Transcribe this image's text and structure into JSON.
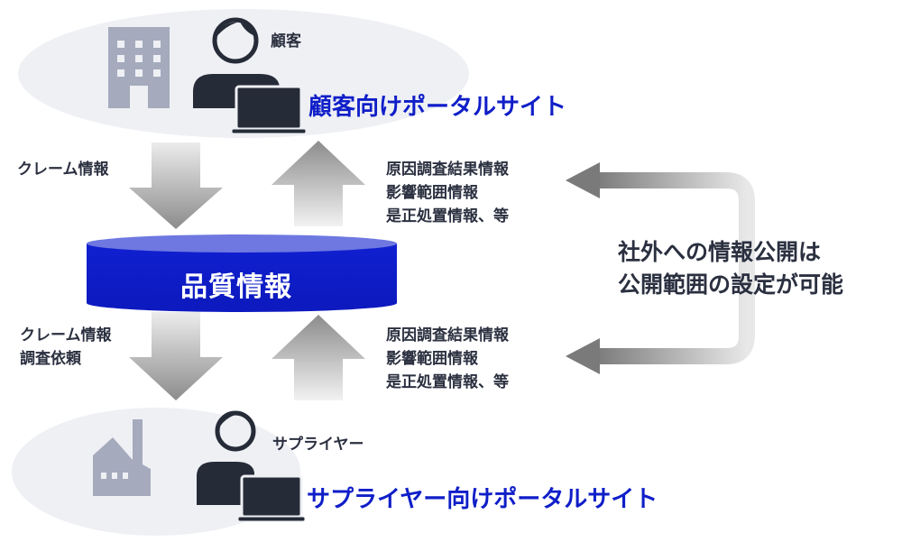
{
  "customer": {
    "role_label": "顧客",
    "portal_label": "顧客向けポータルサイト",
    "icons": [
      "building-icon",
      "person-icon",
      "laptop-icon"
    ]
  },
  "supplier": {
    "role_label": "サプライヤー",
    "portal_label": "サプライヤー向けポータルサイト",
    "icons": [
      "factory-icon",
      "person-icon",
      "laptop-icon"
    ]
  },
  "database": {
    "label": "品質情報",
    "icon": "database-cylinder"
  },
  "flows": {
    "customer_to_db": {
      "lines": [
        "クレーム情報"
      ]
    },
    "db_to_customer": {
      "lines": [
        "原因調査結果情報",
        "影響範囲情報",
        "是正処置情報、等"
      ]
    },
    "db_to_supplier": {
      "lines": [
        "クレーム情報",
        "調査依頼"
      ]
    },
    "supplier_to_db": {
      "lines": [
        "原因調査結果情報",
        "影響範囲情報",
        "是正処置情報、等"
      ]
    }
  },
  "disclosure_note": {
    "lines": [
      "社外への情報公開は",
      "公開範囲の設定が可能"
    ]
  },
  "colors": {
    "accent_blue": "#0f1ec8",
    "db_top": "#6e78e0",
    "icon_dark": "#262b38",
    "icon_gray": "#a5abbd",
    "ellipse_bg": "#eef0f4"
  }
}
